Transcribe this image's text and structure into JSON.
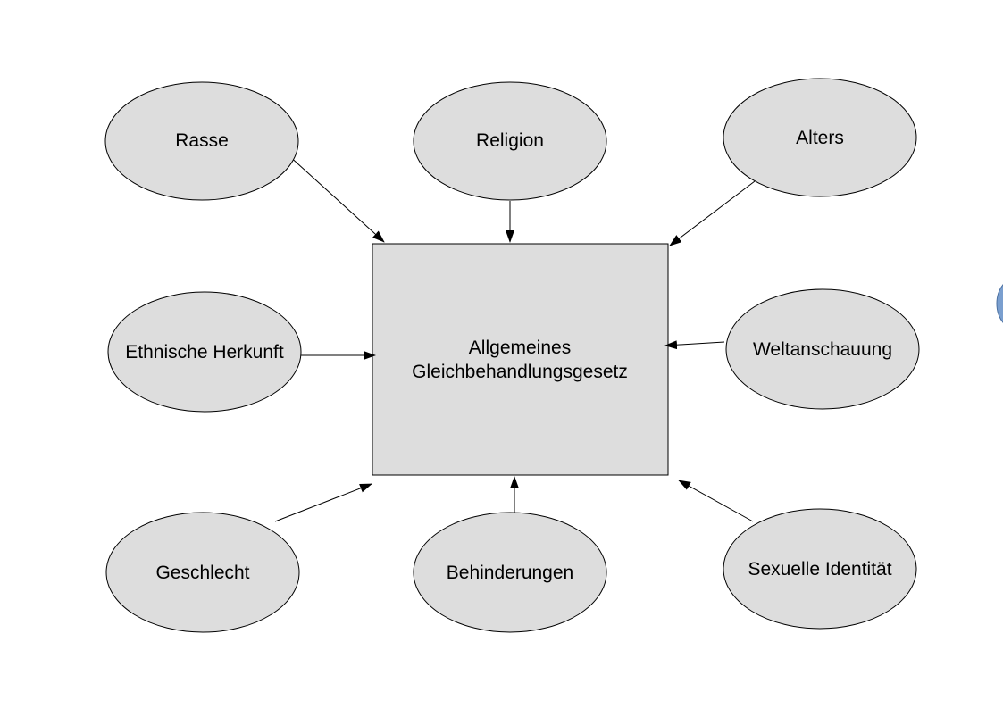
{
  "diagram": {
    "center": {
      "lines": [
        "Allgemeines",
        "Gleichbehandlungsgesetz"
      ],
      "fill": "#dddddd",
      "stroke": "#000000"
    },
    "nodes": [
      {
        "id": "rasse",
        "label": "Rasse"
      },
      {
        "id": "religion",
        "label": "Religion"
      },
      {
        "id": "alters",
        "label": "Alters"
      },
      {
        "id": "ethnische-herkunft",
        "label": "Ethnische Herkunft"
      },
      {
        "id": "weltanschauung",
        "label": "Weltanschauung"
      },
      {
        "id": "geschlecht",
        "label": "Geschlecht"
      },
      {
        "id": "behinderungen",
        "label": "Behinderungen"
      },
      {
        "id": "sexuelle-identitaet",
        "label": "Sexuelle Identität"
      }
    ],
    "node_fill": "#dddddd",
    "edge_color": "#000000",
    "side_shape_color": "#7a9fcf"
  }
}
